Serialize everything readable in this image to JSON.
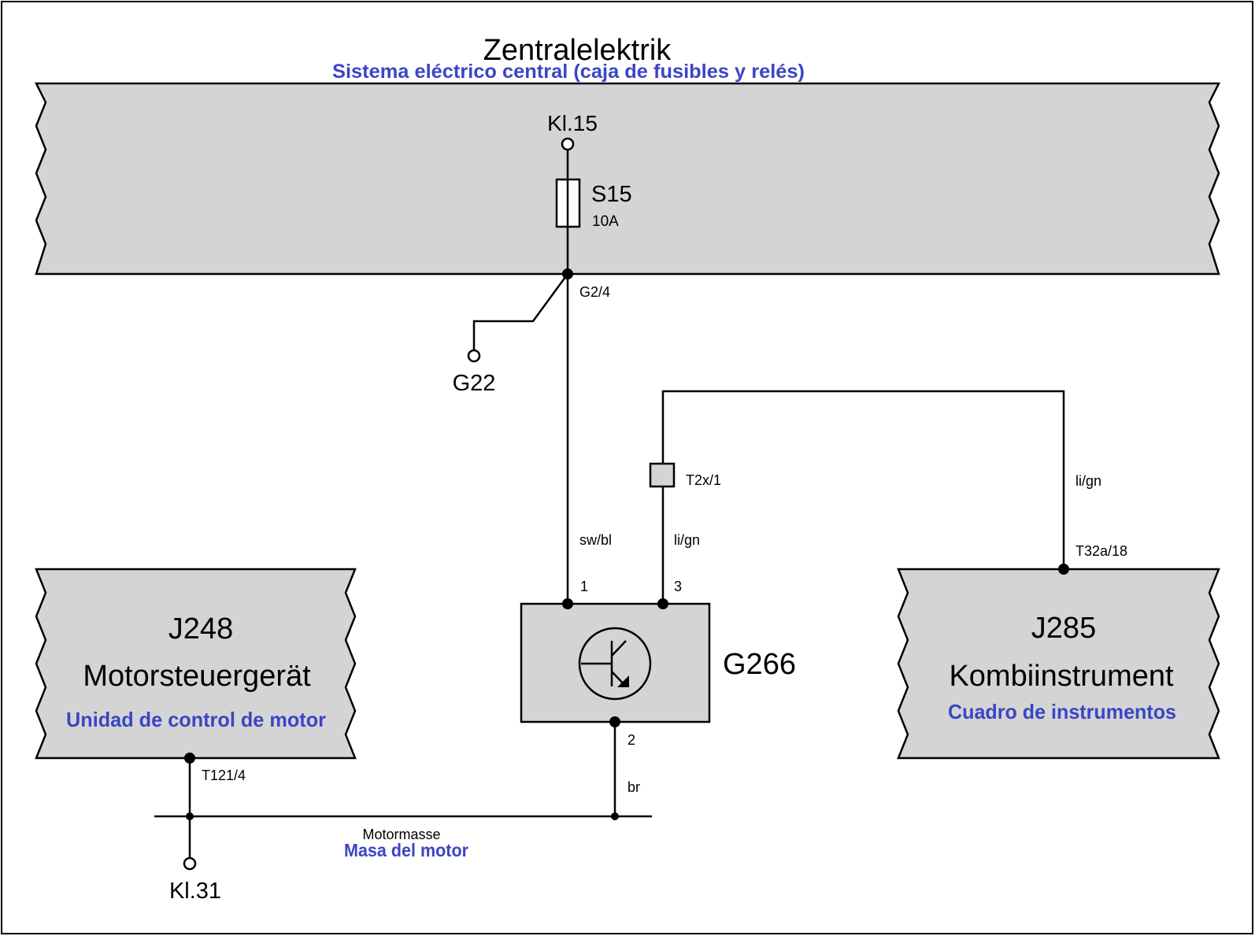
{
  "central_box": {
    "title": "Zentralelektrik",
    "subtitle": "Sistema eléctrico central (caja de fusibles y relés)",
    "terminal": "Kl.15",
    "fuse_name": "S15",
    "fuse_rating": "10A",
    "connector": "G2/4"
  },
  "branch_terminal": "G22",
  "wires": {
    "main_color": "sw/bl",
    "signal_color_left": "li/gn",
    "signal_color_right": "li/gn",
    "ground_color": "br"
  },
  "connector_t2x": "T2x/1",
  "sensor": {
    "name": "G266",
    "pin1": "1",
    "pin3": "3",
    "pin2": "2"
  },
  "ecu_left": {
    "code": "J248",
    "name": "Motorsteuergerät",
    "subtitle": "Unidad de control de motor",
    "connector": "T121/4"
  },
  "ecu_right": {
    "code": "J285",
    "name": "Kombiinstrument",
    "subtitle": "Cuadro de instrumentos",
    "connector": "T32a/18"
  },
  "ground": {
    "name": "Motormasse",
    "subtitle": "Masa del motor",
    "terminal": "Kl.31"
  },
  "colors": {
    "box_fill": "#d4d4d4",
    "spanish_text": "#3a46c4",
    "line": "#000000"
  }
}
